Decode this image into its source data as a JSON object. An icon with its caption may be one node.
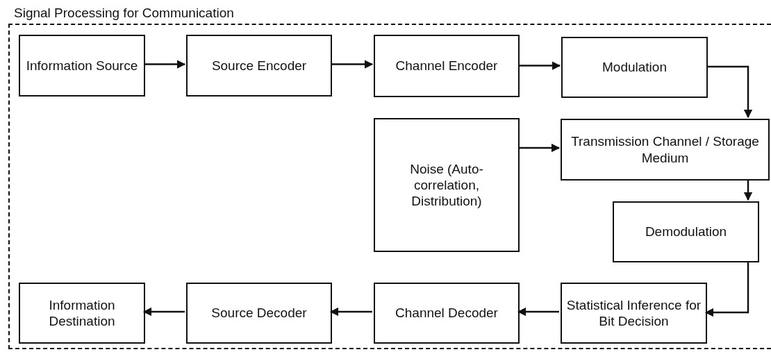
{
  "diagram": {
    "nodes": [
      {
        "text": [
          "Signal Processing for Communication"
        ]
      },
      {
        "text": [
          "Information Source"
        ],
        "in": 0
      },
      {
        "text": [
          "Source Encoder"
        ],
        "in": 0
      },
      {
        "text": [
          "Channel Encoder"
        ],
        "in": 0
      },
      {
        "text": [
          "Modulation"
        ],
        "in": 0
      },
      {
        "text": [
          "Noise (Auto- correlation, Distribution)"
        ],
        "in": 0
      },
      {
        "text": [
          "Transmission Channel / Storage Medium"
        ],
        "in": 0
      },
      {
        "text": [
          "Demodulation"
        ],
        "in": 0
      },
      {
        "text": [
          "Statistical Inference for Bit Decision"
        ],
        "in": 0
      },
      {
        "text": [
          "Channel Decoder"
        ],
        "in": 0
      },
      {
        "text": [
          "Source Decoder"
        ],
        "in": 0
      },
      {
        "text": [
          "Information Destination"
        ],
        "in": 0
      }
    ],
    "edges": [
      {
        "from": 1,
        "to": 2,
        "arrow": "to"
      },
      {
        "from": 2,
        "to": 3,
        "arrow": "to"
      },
      {
        "from": 3,
        "to": 4,
        "arrow": "to"
      },
      {
        "from": 4,
        "to": 6,
        "arrow": "to"
      },
      {
        "from": 5,
        "to": 6,
        "arrow": "to"
      },
      {
        "from": 6,
        "to": 7,
        "arrow": "to"
      },
      {
        "from": 7,
        "to": 8,
        "arrow": "to"
      },
      {
        "from": 8,
        "to": 9,
        "arrow": "to"
      },
      {
        "from": 9,
        "to": 10,
        "arrow": "to"
      },
      {
        "from": 10,
        "to": 11,
        "arrow": "to"
      }
    ]
  }
}
